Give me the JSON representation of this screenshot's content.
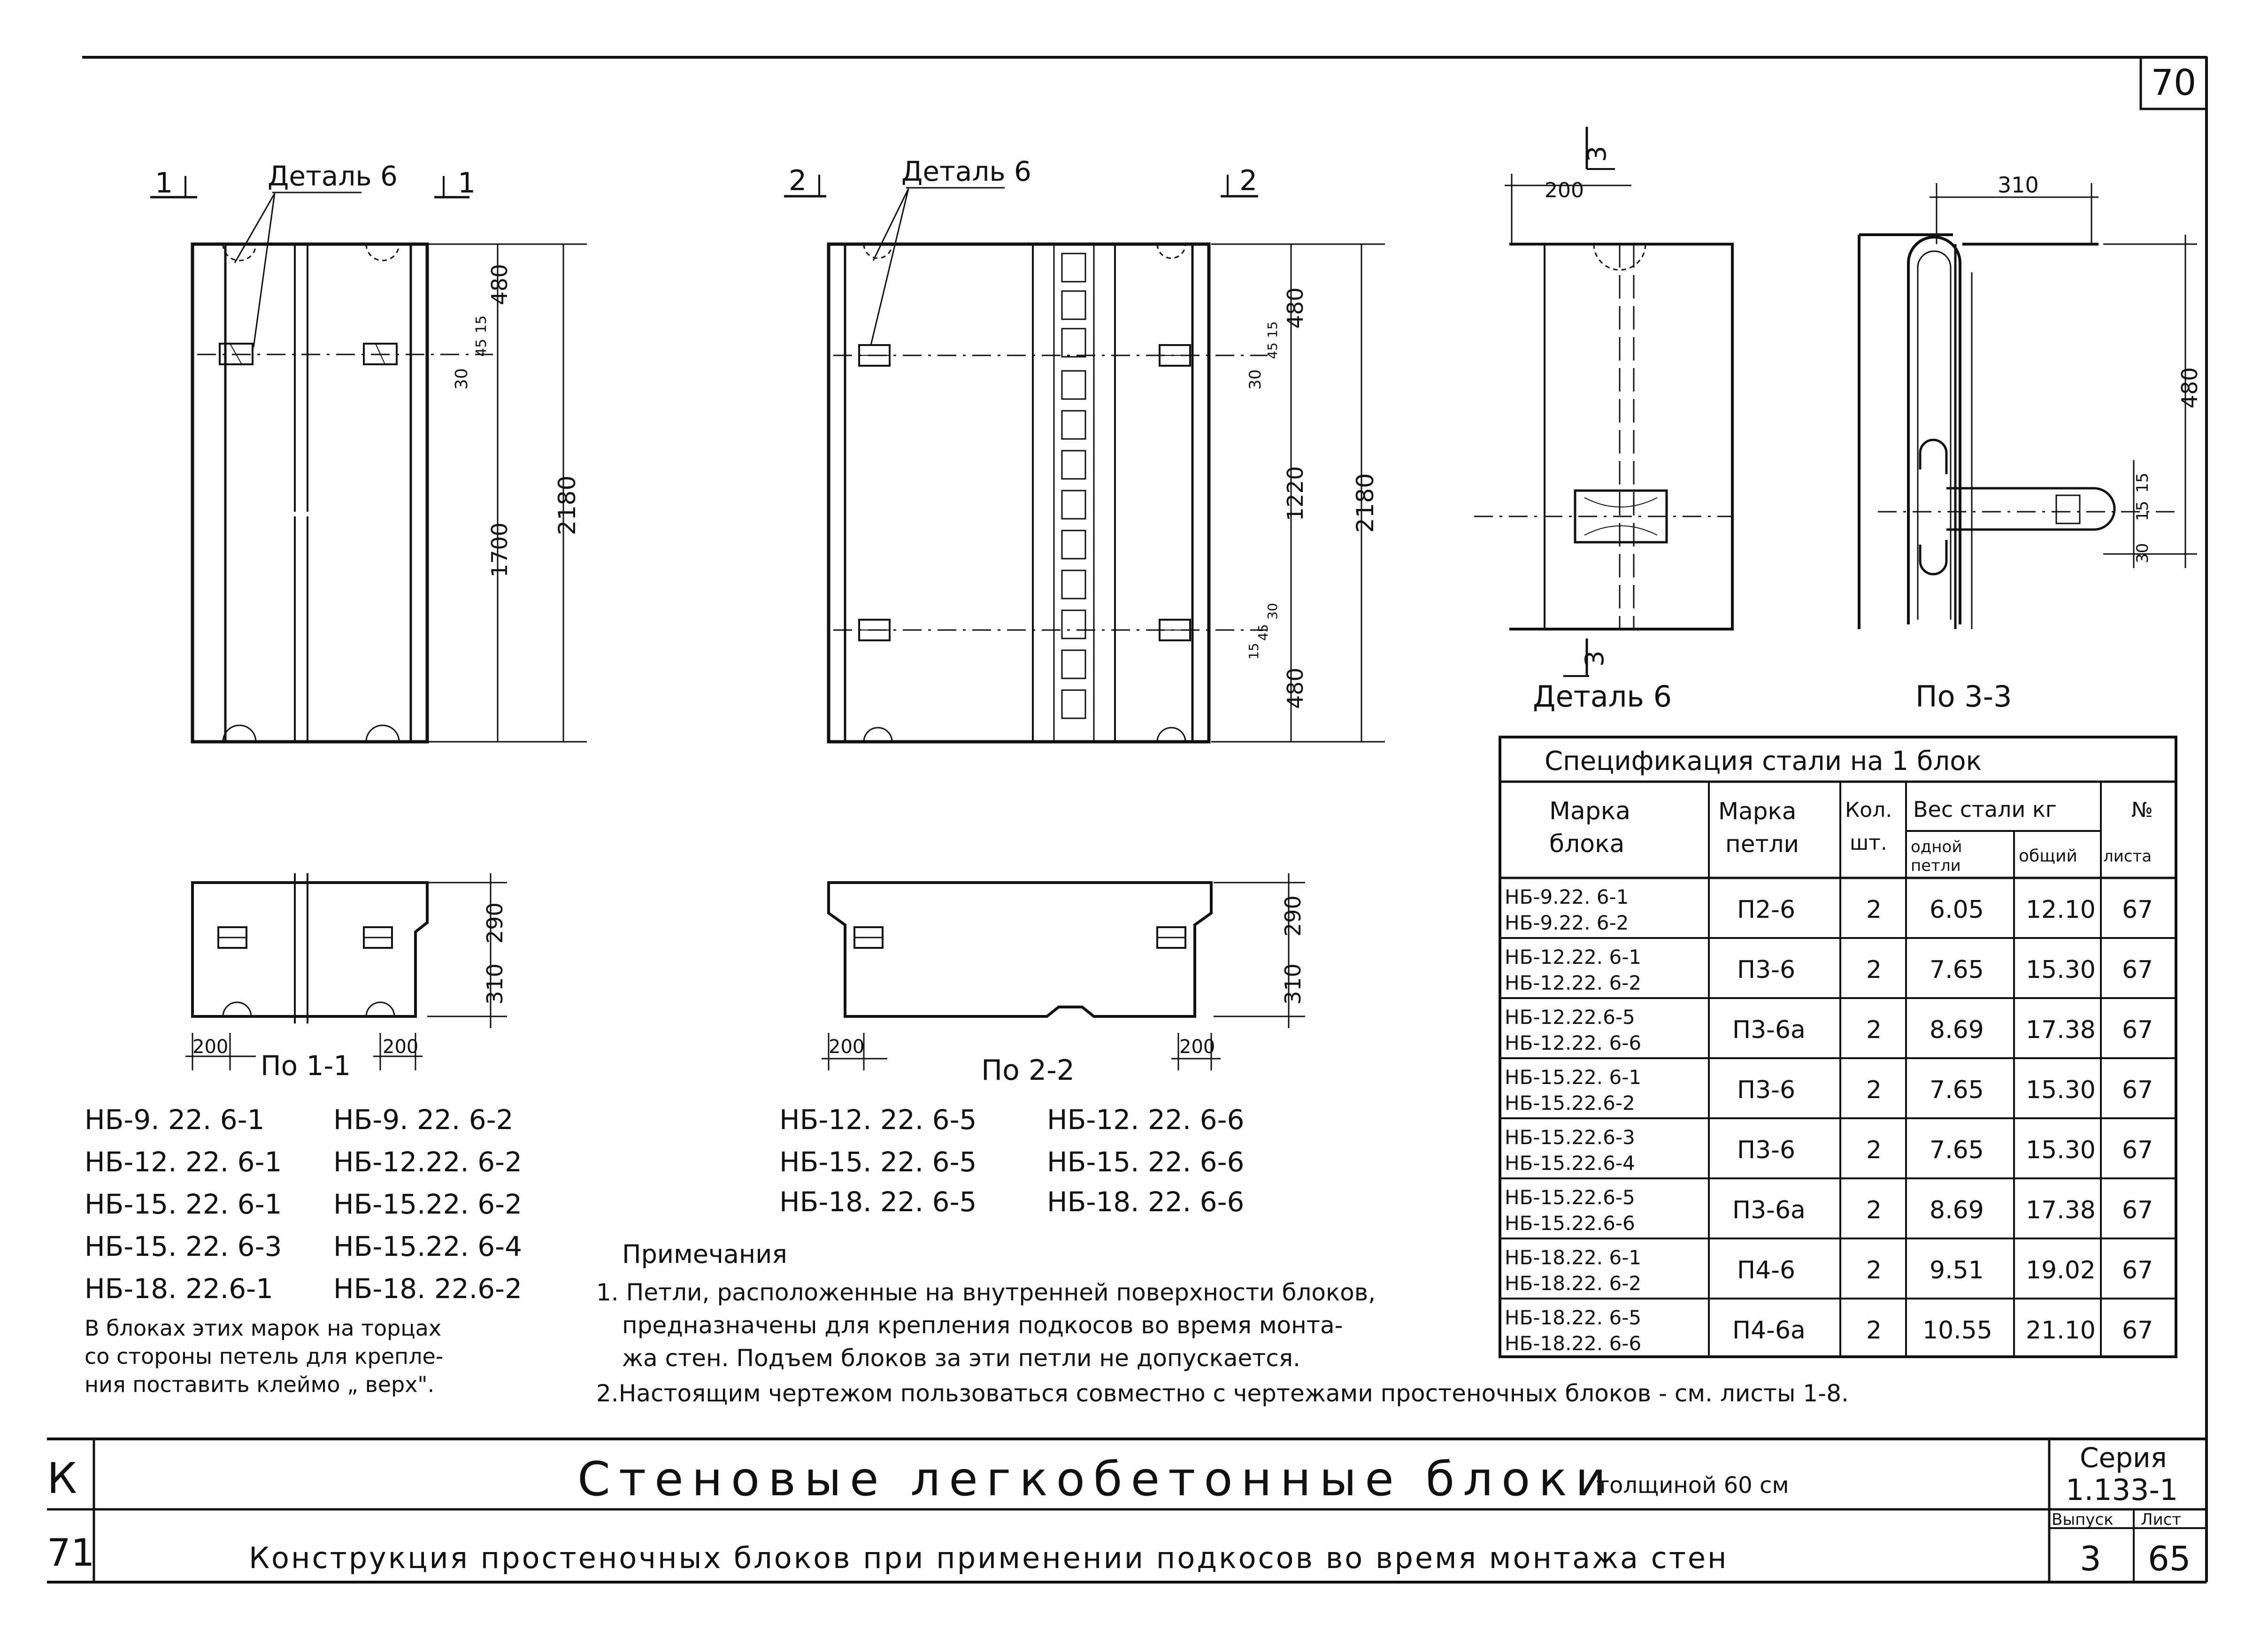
{
  "page_number": "70",
  "views": {
    "view1": {
      "section_left": "1",
      "section_right": "1",
      "detail_label": "Деталь 6",
      "dims": [
        "480",
        "2180",
        "1700",
        "30",
        "45",
        "15"
      ],
      "plan_label": "По 1-1",
      "plan_dims": [
        "290",
        "310",
        "200",
        "200"
      ]
    },
    "view2": {
      "section_left": "2",
      "section_right": "2",
      "detail_label": "Деталь 6",
      "dims": [
        "480",
        "2180",
        "1220",
        "480",
        "30",
        "45",
        "15",
        "30",
        "45",
        "15"
      ],
      "plan_label": "По 2-2",
      "plan_dims": [
        "290",
        "310",
        "200",
        "200"
      ]
    },
    "detail6": {
      "title": "Деталь 6",
      "dim_top": "200",
      "section_mark": "3"
    },
    "section3": {
      "title": "По 3-3",
      "dims": [
        "310",
        "480",
        "15",
        "15",
        "30"
      ]
    }
  },
  "marks_group1": [
    [
      "НБ-9. 22. 6-1",
      "НБ-9. 22. 6-2"
    ],
    [
      "НБ-12. 22. 6-1",
      "НБ-12.22. 6-2"
    ],
    [
      "НБ-15. 22. 6-1",
      "НБ-15.22. 6-2"
    ],
    [
      "НБ-15. 22. 6-3",
      "НБ-15.22. 6-4"
    ],
    [
      "НБ-18. 22.6-1",
      "НБ-18. 22.6-2"
    ]
  ],
  "group1_note": [
    "В блоках этих марок на торцах",
    "со стороны петель для крепле-",
    "ния поставить клеймо „ верх\"."
  ],
  "marks_group2": [
    [
      "НБ-12. 22. 6-5",
      "НБ-12. 22. 6-6"
    ],
    [
      "НБ-15. 22. 6-5",
      "НБ-15. 22. 6-6"
    ],
    [
      "НБ-18. 22. 6-5",
      "НБ-18. 22. 6-6"
    ]
  ],
  "notes": {
    "title": "Примечания",
    "lines": [
      "1. Петли, расположенные на внутренней поверхности блоков,",
      "предназначены для крепления подкосов во время монта-",
      "жа стен. Подъем блоков за эти петли не допускается.",
      "2.Настоящим чертежом пользоваться совместно с чертежами простеночных блоков - см. листы 1-8."
    ]
  },
  "spec_table": {
    "title": "Спецификация стали на 1 блок",
    "headers": {
      "mark_block": [
        "Марка",
        "блока"
      ],
      "mark_loop": [
        "Марка",
        "петли"
      ],
      "qty": [
        "Кол.",
        "шт."
      ],
      "weight": "Вес стали кг",
      "weight_one": [
        "одной",
        "петли"
      ],
      "weight_total": "общий",
      "sheet": [
        "№",
        "листа"
      ]
    },
    "rows": [
      {
        "blocks": [
          "НБ-9.22. 6-1",
          "НБ-9.22. 6-2"
        ],
        "loop": "П2-6",
        "qty": "2",
        "one": "6.05",
        "total": "12.10",
        "sheet": "67"
      },
      {
        "blocks": [
          "НБ-12.22. 6-1",
          "НБ-12.22. 6-2"
        ],
        "loop": "П3-6",
        "qty": "2",
        "one": "7.65",
        "total": "15.30",
        "sheet": "67"
      },
      {
        "blocks": [
          "НБ-12.22.6-5",
          "НБ-12.22. 6-6"
        ],
        "loop": "П3-6а",
        "qty": "2",
        "one": "8.69",
        "total": "17.38",
        "sheet": "67"
      },
      {
        "blocks": [
          "НБ-15.22. 6-1",
          "НБ-15.22.6-2"
        ],
        "loop": "П3-6",
        "qty": "2",
        "one": "7.65",
        "total": "15.30",
        "sheet": "67"
      },
      {
        "blocks": [
          "НБ-15.22.6-3",
          "НБ-15.22.6-4"
        ],
        "loop": "П3-6",
        "qty": "2",
        "one": "7.65",
        "total": "15.30",
        "sheet": "67"
      },
      {
        "blocks": [
          "НБ-15.22.6-5",
          "НБ-15.22.6-6"
        ],
        "loop": "П3-6а",
        "qty": "2",
        "one": "8.69",
        "total": "17.38",
        "sheet": "67"
      },
      {
        "blocks": [
          "НБ-18.22. 6-1",
          "НБ-18.22. 6-2"
        ],
        "loop": "П4-6",
        "qty": "2",
        "one": "9.51",
        "total": "19.02",
        "sheet": "67"
      },
      {
        "blocks": [
          "НБ-18.22. 6-5",
          "НБ-18.22. 6-6"
        ],
        "loop": "П4-6а",
        "qty": "2",
        "one": "10.55",
        "total": "21.10",
        "sheet": "67"
      }
    ]
  },
  "title_block": {
    "left_top": "К",
    "left_bottom": "71",
    "main_title": "Стеновые легкобетонные блоки",
    "main_title_suffix": "толщиной 60 см",
    "subtitle": "Конструкция простеночных блоков при применении подкосов во время монтажа стен",
    "series_label": "Серия",
    "series_value": "1.133-1",
    "issue_label": "Выпуск",
    "issue_value": "3",
    "sheet_label": "Лист",
    "sheet_value": "65"
  }
}
